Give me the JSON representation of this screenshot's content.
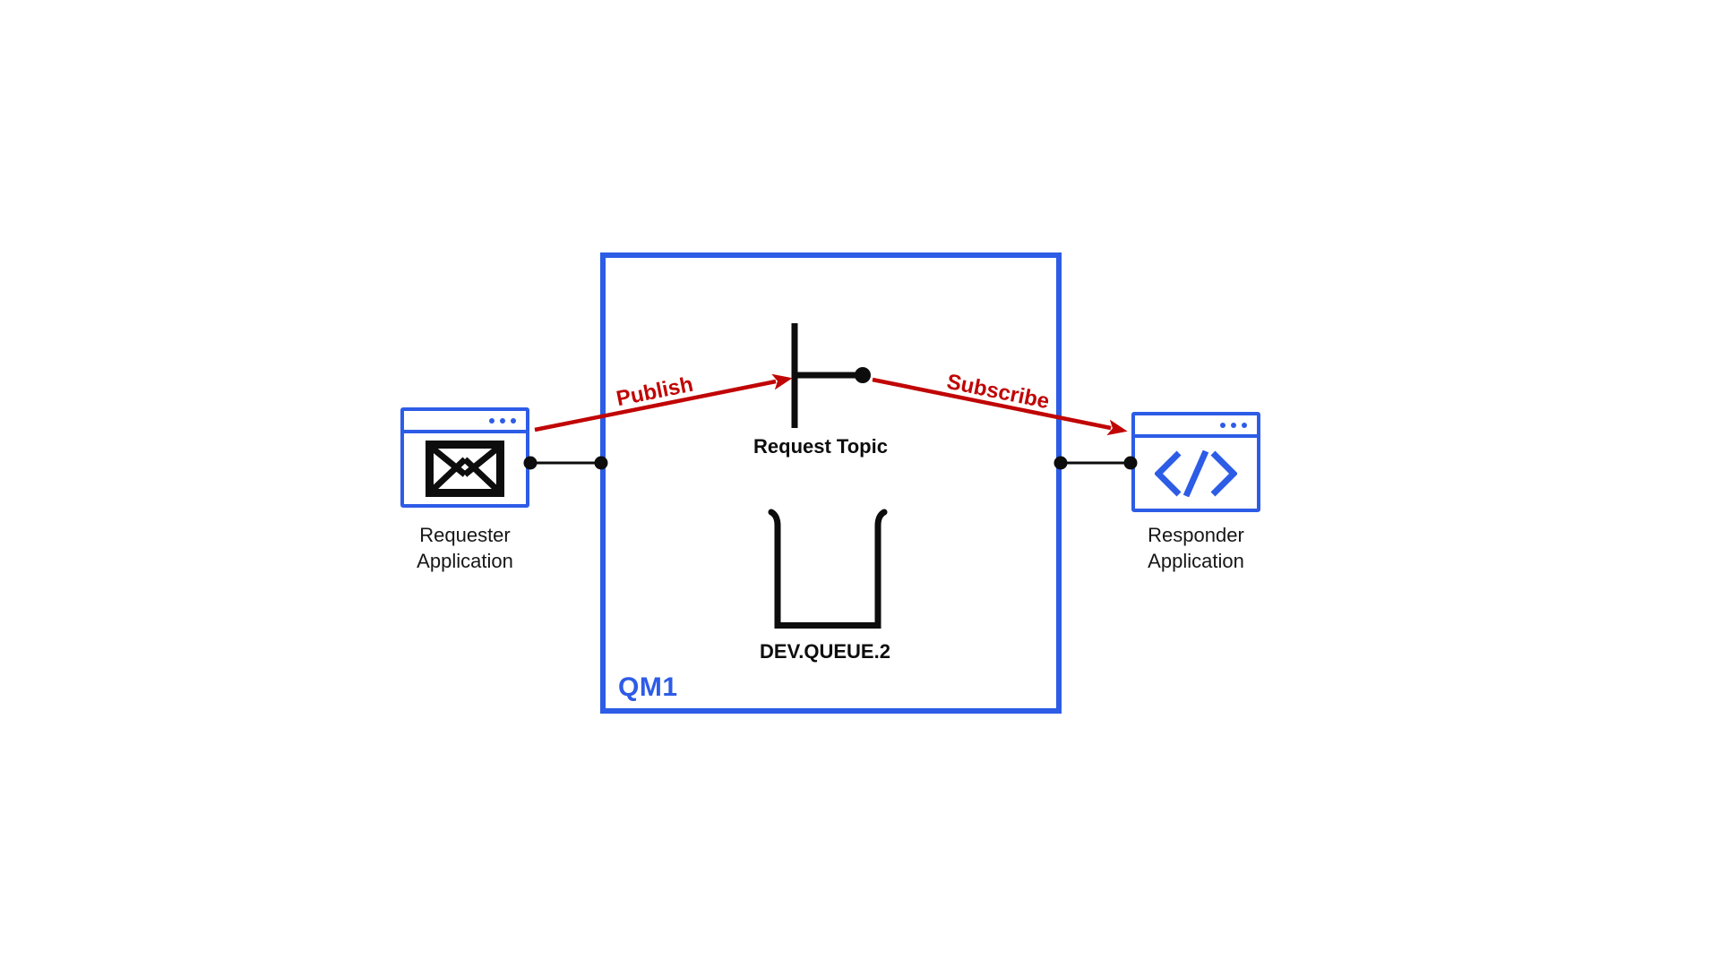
{
  "diagram": {
    "queue_manager": {
      "name": "QM1"
    },
    "topic": {
      "name": "Request Topic"
    },
    "queue": {
      "name": "DEV.QUEUE.2"
    },
    "requester_app": {
      "name": "Requester\nApplication"
    },
    "responder_app": {
      "name": "Responder\nApplication"
    },
    "flows": {
      "publish": "Publish",
      "subscribe": "Subscribe"
    }
  },
  "icons": {
    "requester_app": "envelope-icon",
    "responder_app": "code-brackets-icon",
    "window_titlebar": "ellipsis-dots-icon",
    "topic": "topic-tee-icon",
    "queue": "queue-bucket-icon",
    "connectors": "connection-dot"
  },
  "colors": {
    "accent_blue": "#2D5CE6",
    "arrow_red": "#C00505",
    "line_black": "#0D0D0D",
    "background": "#FFFFFF"
  }
}
